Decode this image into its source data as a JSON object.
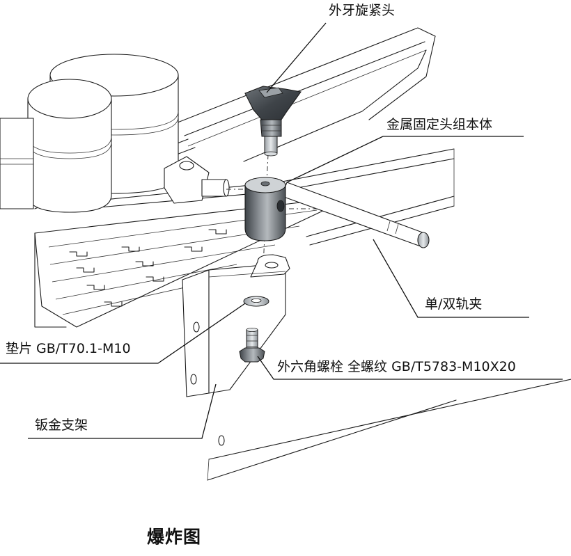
{
  "labels": {
    "knob": "外牙旋紧头",
    "fixed_head": "金属固定头组本体",
    "rail_clamp": "单/双轨夹",
    "washer": "垫片 GB/T70.1-M10",
    "bolt": "外六角螺栓 全螺纹 GB/T5783-M10X20",
    "bracket": "钣金支架"
  },
  "caption": "爆炸图",
  "colors": {
    "line": "#1a1a1a",
    "metal_dark": "#4a4f54",
    "metal_mid": "#8c9196",
    "metal_light": "#cfd3d6"
  }
}
